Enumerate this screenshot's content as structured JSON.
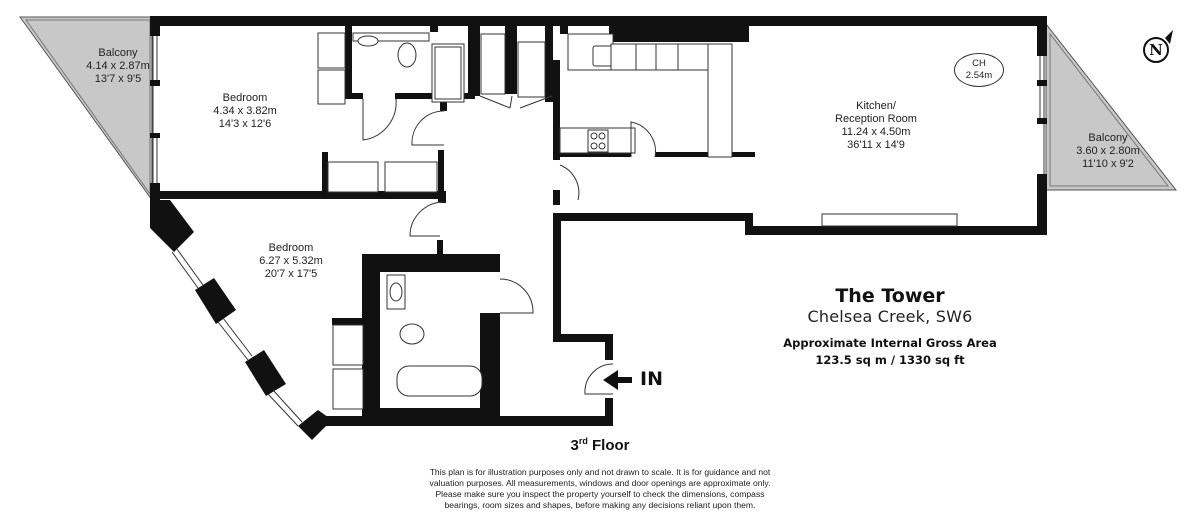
{
  "property": {
    "name": "The Tower",
    "location": "Chelsea Creek, SW6",
    "area_heading": "Approximate Internal Gross Area",
    "area_value": "123.5 sq m / 1330 sq ft"
  },
  "floor": {
    "number": "3",
    "suffix": "rd",
    "label": "Floor"
  },
  "entrance": {
    "label": "IN"
  },
  "compass": {
    "letter": "N"
  },
  "ceiling_height": {
    "label": "CH",
    "value": "2.54m"
  },
  "rooms": [
    {
      "name": "Balcony",
      "metric": "4.14 x 2.87m",
      "imperial": "13'7 x 9'5"
    },
    {
      "name": "Bedroom",
      "metric": "4.34 x 3.82m",
      "imperial": "14'3 x 12'6"
    },
    {
      "name": "Kitchen/",
      "name2": "Reception Room",
      "metric": "11.24 x 4.50m",
      "imperial": "36'11 x 14'9"
    },
    {
      "name": "Balcony",
      "metric": "3.60 x 2.80m",
      "imperial": "11'10 x 9'2"
    },
    {
      "name": "Bedroom",
      "metric": "6.27 x 5.32m",
      "imperial": "20'7 x 17'5"
    }
  ],
  "disclaimer": {
    "line1": "This plan is for illustration purposes only and not drawn to scale. It is for guidance and not",
    "line2": "valuation purposes. All measurements, windows and door openings are approximate only.",
    "line3": "Please make sure you inspect the property yourself to check the dimensions, compass",
    "line4": "bearings, room sizes and shapes, before making any decisions reliant upon them."
  },
  "colors": {
    "wall": "#111111",
    "balcony_fill": "#cccccc",
    "line": "#333333",
    "background": "#ffffff"
  }
}
